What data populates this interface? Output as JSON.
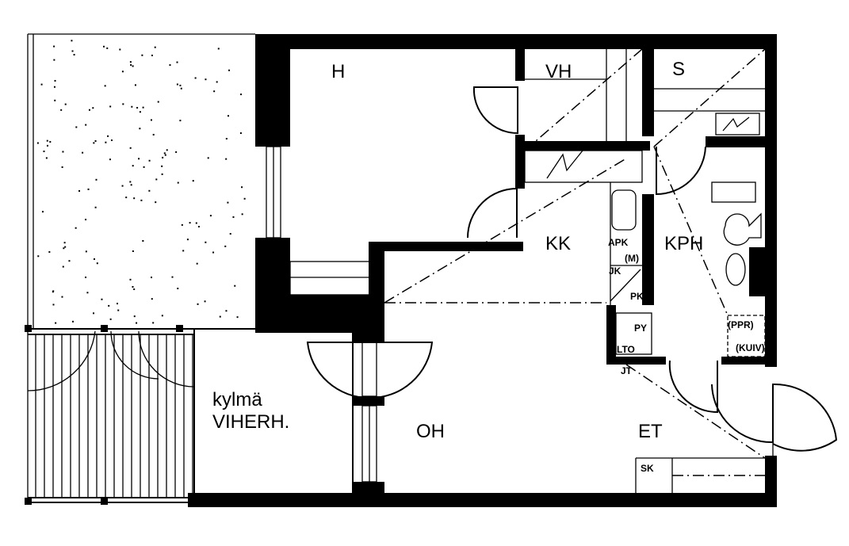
{
  "rooms": {
    "bedroom": "H",
    "closet": "VH",
    "sauna": "S",
    "kitchen": "KK",
    "bathroom": "KPH",
    "living": "OH",
    "entry": "ET",
    "cold_room_line1": "kylmä",
    "cold_room_line2": "VIHERH."
  },
  "fixtures": {
    "apk": "APK",
    "m": "(M)",
    "jk": "JK",
    "pk": "PK",
    "py": "PY",
    "lto": "LTO",
    "jt": "JT",
    "ppr": "(PPR)",
    "kuiv": "(KUIV)",
    "sk": "SK"
  }
}
